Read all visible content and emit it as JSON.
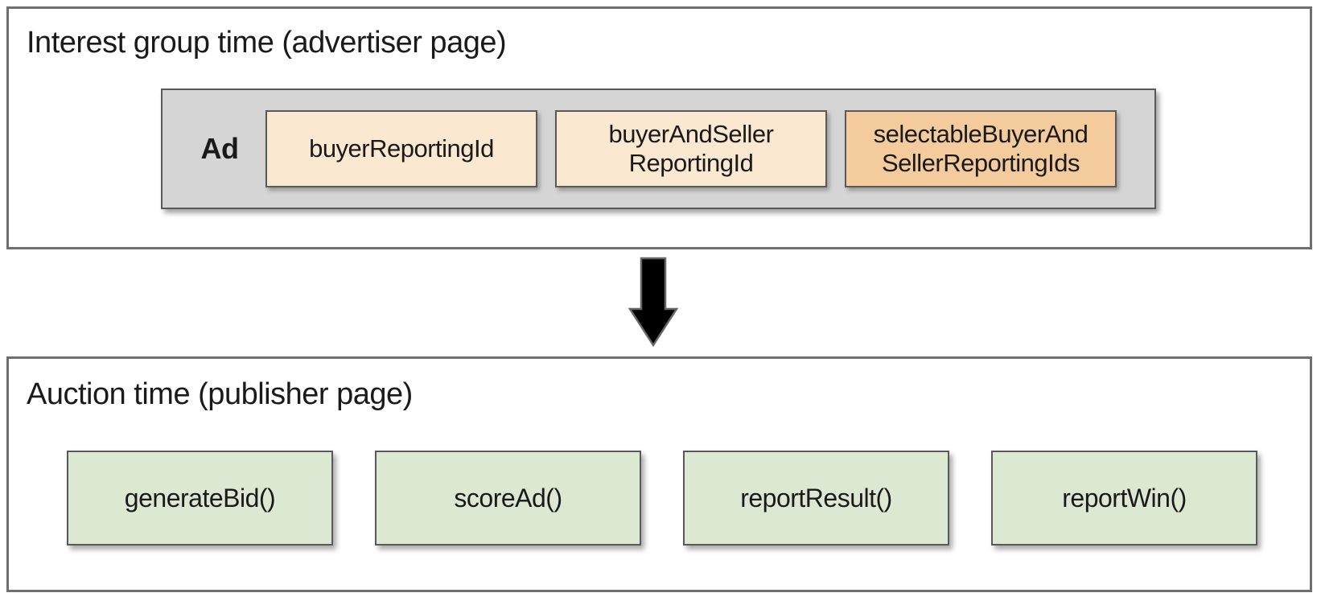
{
  "top": {
    "title": "Interest group time (advertiser page)",
    "ad_label": "Ad",
    "fields": [
      {
        "label": "buyerReportingId"
      },
      {
        "label": "buyerAndSeller\nReportingId"
      },
      {
        "label": "selectableBuyerAnd\nSellerReportingIds"
      }
    ]
  },
  "arrow": {
    "icon": "down-block-arrow"
  },
  "bottom": {
    "title": "Auction time (publisher page)",
    "functions": [
      "generateBid()",
      "scoreAd()",
      "reportResult()",
      "reportWin()"
    ]
  },
  "colors": {
    "field_peach": "#FAE8D1",
    "field_orange": "#F3CB9C",
    "container_gray": "#D5D5D5",
    "fn_green": "#DDE8D2",
    "box_border": "#595959",
    "panel_border": "#6E6E6E",
    "text": "#1A1A1A"
  }
}
